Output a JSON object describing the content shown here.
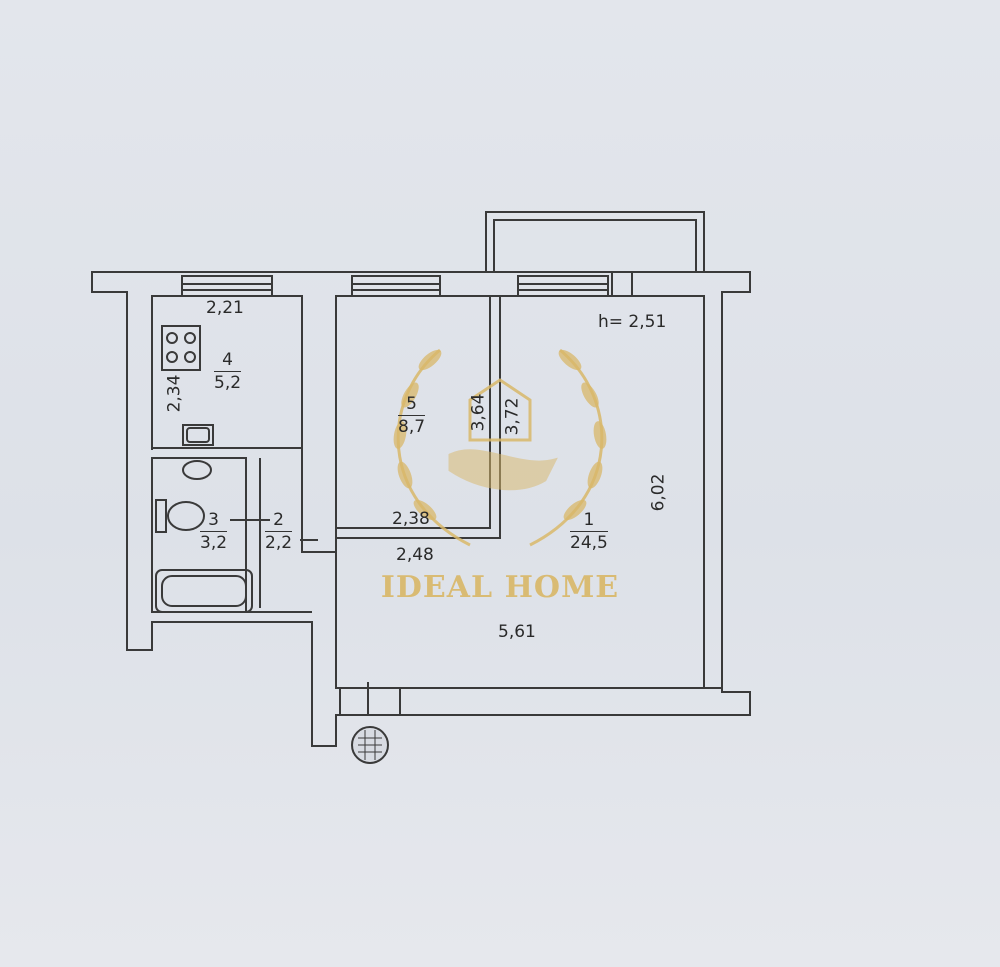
{
  "plan": {
    "ceiling_height": "h= 2,51",
    "rooms": [
      {
        "id": "1",
        "number": "1",
        "area": "24,5"
      },
      {
        "id": "2",
        "number": "2",
        "area": "2,2"
      },
      {
        "id": "3",
        "number": "3",
        "area": "3,2"
      },
      {
        "id": "4",
        "number": "4",
        "area": "5,2"
      },
      {
        "id": "5",
        "number": "5",
        "area": "8,7"
      }
    ],
    "dimensions": {
      "kitchen_width": "2,21",
      "kitchen_depth": "2,34",
      "room5_depth": "3,64",
      "room5_width": "2,38",
      "room1_left_depth": "3,72",
      "room1_depth": "6,02",
      "room1_width": "5,61",
      "hall_width": "2,48"
    }
  },
  "watermark": {
    "text": "IDEAL HOME",
    "color": "#d9b86a"
  },
  "colors": {
    "line": "#3a3a3a",
    "paper": "#e0e3e9"
  }
}
